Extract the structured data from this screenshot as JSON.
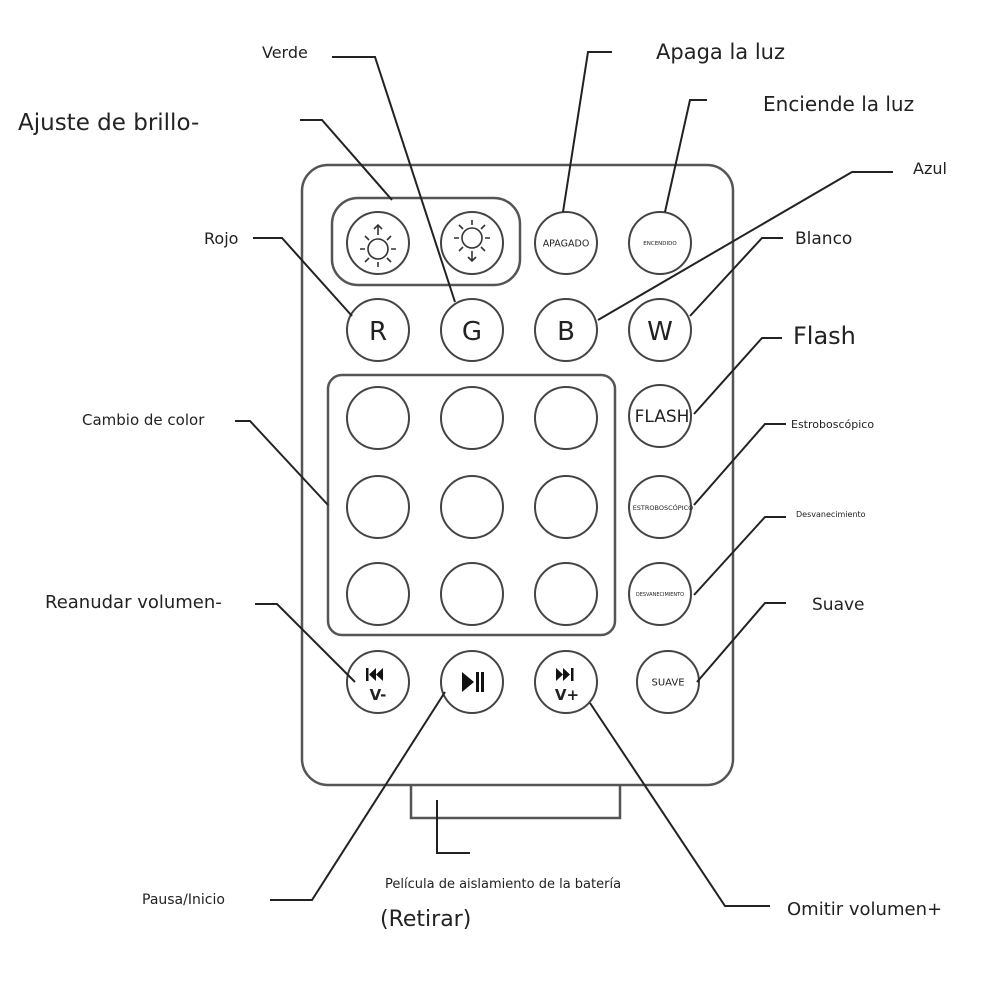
{
  "labels": {
    "verde": "Verde",
    "apaga": "Apaga la luz",
    "enciende": "Enciende la luz",
    "azul": "Azul",
    "brillo": "Ajuste de brillo-",
    "rojo": "Rojo",
    "blanco": "Blanco",
    "flash": "Flash",
    "cambio": "Cambio de color",
    "estrobo": "Estroboscópico",
    "desvanecimiento": "Desvanecimiento",
    "suave": "Suave",
    "reanudar": "Reanudar volumen-",
    "pausa": "Pausa/Inicio",
    "pelicula": "Película de aislamiento de la batería",
    "retirar": "(Retirar)",
    "omitir": "Omitir volumen+"
  },
  "buttons": {
    "off": "APAGADO",
    "on": "ENCENDIDO",
    "r": "R",
    "g": "G",
    "b": "B",
    "w": "W",
    "flash": "FLASH",
    "strobe": "ESTROBOSCÓPICO",
    "fade": "DESVANECIMIENTO",
    "smooth": "SUAVE",
    "vminus": "V-",
    "vplus": "V+"
  },
  "icons": {
    "brightness_up": "sun-arrow-up-icon",
    "brightness_down": "sun-arrow-down-icon",
    "prev": "skip-back-icon",
    "play_pause": "play-pause-icon",
    "next": "skip-forward-icon"
  }
}
